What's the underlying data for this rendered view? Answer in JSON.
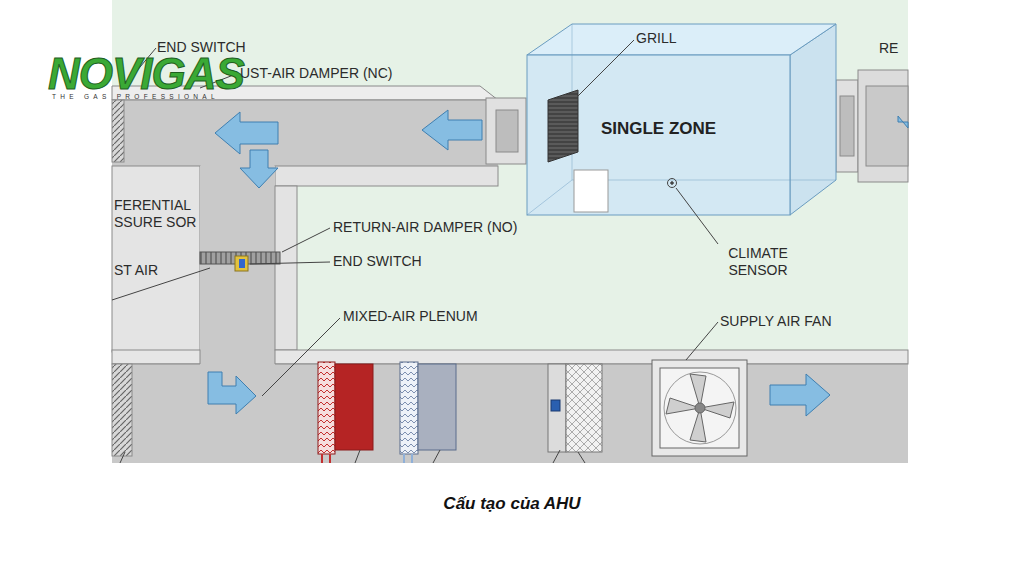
{
  "diagram": {
    "caption": "Cấu tạo của AHU",
    "nodes": [
      {
        "text": [
          "SINGLE ZONE"
        ]
      }
    ],
    "labels": [
      "NOVIGAS",
      "THE GAS PROFESSIONAL",
      "END SWITCH",
      "UST-AIR DAMPER (NC)",
      "GRILL",
      "RE",
      "FERENTIAL SSURE SOR",
      "ST AIR",
      "RETURN-AIR DAMPER (NO)",
      "END SWITCH",
      "MIXED-AIR PLENUM",
      "CLIMATE SENSOR",
      "SUPPLY AIR FAN"
    ]
  }
}
